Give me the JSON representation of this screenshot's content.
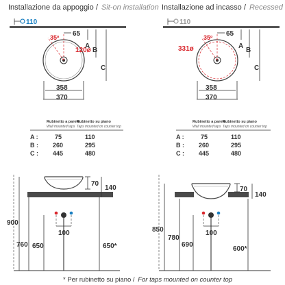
{
  "left": {
    "title_main": "Installazione da appoggio /",
    "title_sub": "Sit-on installation",
    "top_dim": "110",
    "angle": "35º",
    "dim_65": "65",
    "hole": "120ø",
    "letter_b": "B",
    "letter_a": "A",
    "letter_c": "C",
    "w1": "358",
    "w2": "370"
  },
  "right": {
    "title_main": "Installazione ad incasso /",
    "title_sub": "Recessed installation",
    "top_dim": "110",
    "angle": "35º",
    "dim_65": "65",
    "hole": "331ø",
    "letter_b": "B",
    "letter_a": "A",
    "letter_c": "C",
    "w1": "358",
    "w2": "370"
  },
  "table_headers": {
    "col1_main": "Rubinetto a parete",
    "col1_sub": "Wall mounted taps",
    "col2_main": "Rubinetto su piano",
    "col2_sub": "Taps mounted on counter top"
  },
  "table_rows": [
    {
      "key": "A :",
      "c1": "75",
      "c2": "110"
    },
    {
      "key": "B :",
      "c1": "260",
      "c2": "295"
    },
    {
      "key": "C :",
      "c1": "445",
      "c2": "480"
    }
  ],
  "side_left": {
    "d70": "70",
    "d140": "140",
    "d900": "900",
    "d760": "760",
    "d650": "650",
    "d100": "100",
    "d650s": "650*"
  },
  "side_right": {
    "d70": "70",
    "d140": "140",
    "d850": "850",
    "d780": "780",
    "d690": "690",
    "d100": "100",
    "d600s": "600*"
  },
  "footnote_main": "* Per rubinetto su piano /",
  "footnote_sub": "For taps mounted on counter top",
  "colors": {
    "red": "#d9262c",
    "blue": "#1a7fc1",
    "counter": "#4a4a4a"
  }
}
